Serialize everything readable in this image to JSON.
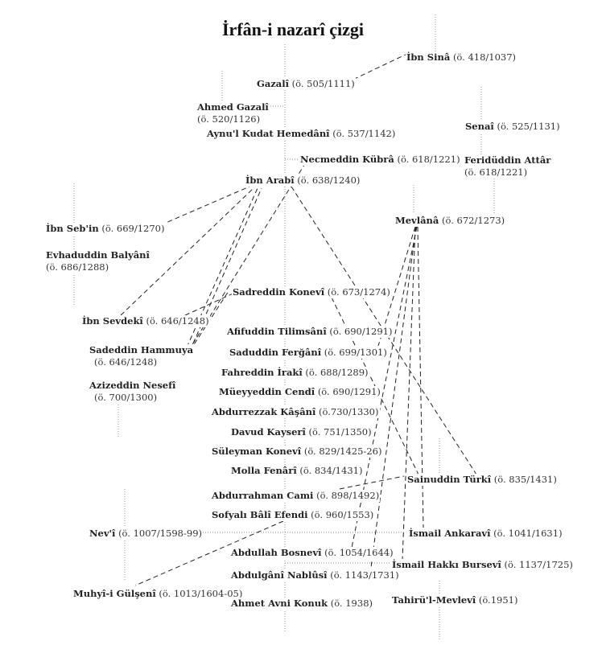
{
  "title": "İrfân-i nazarî çizgi",
  "nodes": {
    "ibn_sina": {
      "name": "İbn Sinâ",
      "date": "(ö. 418/1037)"
    },
    "gazali": {
      "name": "Gazalî",
      "date": "(ö. 505/1111)"
    },
    "ahmed_gazali": {
      "name": "Ahmed Gazalî",
      "date": "(ö. 520/1126)"
    },
    "aynul_kudat": {
      "name": "Aynu'l Kudat Hemedânî",
      "date": "(ö. 537/1142)"
    },
    "senai": {
      "name": "Senaî",
      "date": "(ö. 525/1131)"
    },
    "necmeddin": {
      "name": "Necmeddin Kübrâ",
      "date": "(ö. 618/1221)"
    },
    "attar": {
      "name": "Feridüddin Attâr",
      "date": "(ö. 618/1221)"
    },
    "ibn_arabi": {
      "name": "İbn Arabî",
      "date": "(ö. 638/1240)"
    },
    "mevlana": {
      "name": "Mevlânâ",
      "date": "(ö. 672/1273)"
    },
    "ibn_sebin": {
      "name": "İbn Seb'in",
      "date": "(ö. 669/1270)"
    },
    "balyani": {
      "name": "Evhaduddin Balyânî",
      "date": "(ö. 686/1288)"
    },
    "konevi": {
      "name": "Sadreddin Konevî",
      "date": "(ö. 673/1274)"
    },
    "ibn_sevdeki": {
      "name": "İbn Sevdekî",
      "date": "(ö.  646/1248)"
    },
    "tilimsani": {
      "name": "Afifuddin Tilimsânî",
      "date": "(ö. 690/1291)"
    },
    "hammuya": {
      "name": "Sadeddin Hammuya",
      "date": "(ö. 646/1248)"
    },
    "fergani": {
      "name": "Saduddin Ferğânî",
      "date": "(ö. 699/1301)"
    },
    "iraki": {
      "name": "Fahreddin İrakî",
      "date": "(ö. 688/1289)"
    },
    "nesefi": {
      "name": "Azizeddin Nesefî",
      "date": "(ö. 700/1300)"
    },
    "cendi": {
      "name": "Müeyyeddin Cendî",
      "date": "(ö. 690/1291)"
    },
    "kasani": {
      "name": "Abdurrezzak Kâşânî",
      "date": "(ö.730/1330)"
    },
    "kayseri": {
      "name": "Davud Kayserî",
      "date": "(ö. 751/1350)"
    },
    "suleyman": {
      "name": "Süleyman Konevî",
      "date": "(ö. 829/1425-26)"
    },
    "fenari": {
      "name": "Molla Fenârî",
      "date": "(ö. 834/1431)"
    },
    "turki": {
      "name": "Sainuddin Türkî",
      "date": "(ö. 835/1431)"
    },
    "cami": {
      "name": "Abdurrahman Cami",
      "date": "(ö. 898/1492)"
    },
    "bali": {
      "name": "Sofyalı Bâlî Efendi",
      "date": "(ö. 960/1553)"
    },
    "nevi": {
      "name": "Nev'î",
      "date": "(ö. 1007/1598-99)"
    },
    "ankaravi": {
      "name": "İsmail Ankaravî",
      "date": "(ö. 1041/1631)"
    },
    "bosnevi": {
      "name": "Abdullah Bosnevî",
      "date": "(ö. 1054/1644)"
    },
    "bursevi": {
      "name": "İsmail Hakkı Bursevî",
      "date": "(ö. 1137/1725)"
    },
    "gulseni": {
      "name": "Muhyî-i Gülşenî",
      "date": "(ö. 1013/1604-05)"
    },
    "nablusi": {
      "name": "Abdulgânî Nablûsî",
      "date": "(ö. 1143/1731)"
    },
    "mevlevi": {
      "name": "Tahirü'l-Mevlevî",
      "date": "(ö.1951)"
    },
    "konuk": {
      "name": "Ahmet Avni Konuk",
      "date": "(ö. 1938)"
    }
  }
}
